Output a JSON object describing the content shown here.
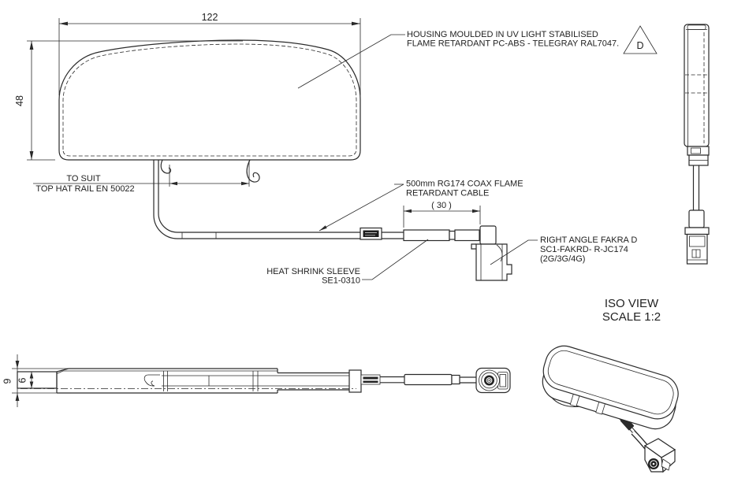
{
  "front_view": {
    "width_dim": "122",
    "height_dim": "48",
    "housing_note": {
      "line1": "HOUSING MOULDED IN UV LIGHT STABILISED",
      "line2": "FLAME RETARDANT PC-ABS - TELEGRAY RAL7047."
    },
    "revision_flag": "D",
    "rail_note": {
      "line1": "TO SUIT",
      "line2": "TOP HAT RAIL EN 50022"
    },
    "cable_note": {
      "line1": "500mm RG174 COAX FLAME",
      "line2": "RETARDANT CABLE"
    },
    "sleeve_dim": "( 30 )",
    "sleeve_note": {
      "line1": "HEAT SHRINK SLEEVE",
      "line2": "SE1-0310"
    },
    "connector_note": {
      "line1": "RIGHT ANGLE FAKRA D",
      "line2": "SC1-FAKRD- R-JC174",
      "line3": "(2G/3G/4G)"
    }
  },
  "bottom_view": {
    "outer_dim": "9",
    "inner_dim": "6"
  },
  "iso_view": {
    "title": "ISO VIEW",
    "scale": "SCALE 1:2"
  },
  "colors": {
    "line": "#2a2a2a",
    "background": "#ffffff"
  }
}
